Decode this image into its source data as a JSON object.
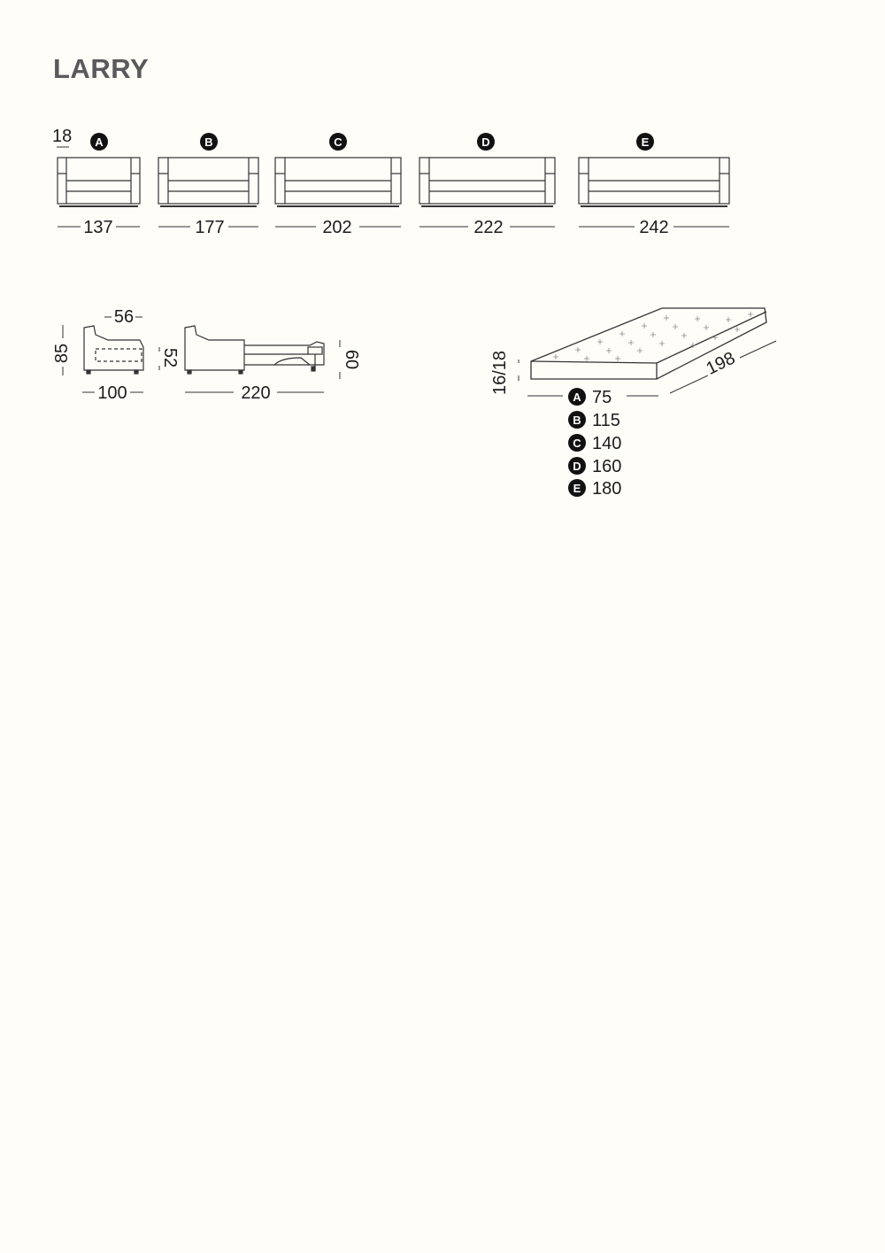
{
  "document": {
    "title": "LARRY",
    "front": {
      "arm_width": "18",
      "variants": [
        {
          "label": "A",
          "width": "137"
        },
        {
          "label": "B",
          "width": "177"
        },
        {
          "label": "C",
          "width": "202"
        },
        {
          "label": "D",
          "width": "222"
        },
        {
          "label": "E",
          "width": "242"
        }
      ]
    },
    "side": {
      "seat_depth": "56",
      "height": "85",
      "seat_height": "52",
      "depth": "100",
      "open_length": "220",
      "open_height": "60"
    },
    "mattress": {
      "thickness": "16/18",
      "length": "198",
      "widths": [
        {
          "label": "A",
          "value": "75"
        },
        {
          "label": "B",
          "value": "115"
        },
        {
          "label": "C",
          "value": "140"
        },
        {
          "label": "D",
          "value": "160"
        },
        {
          "label": "E",
          "value": "180"
        }
      ]
    }
  }
}
